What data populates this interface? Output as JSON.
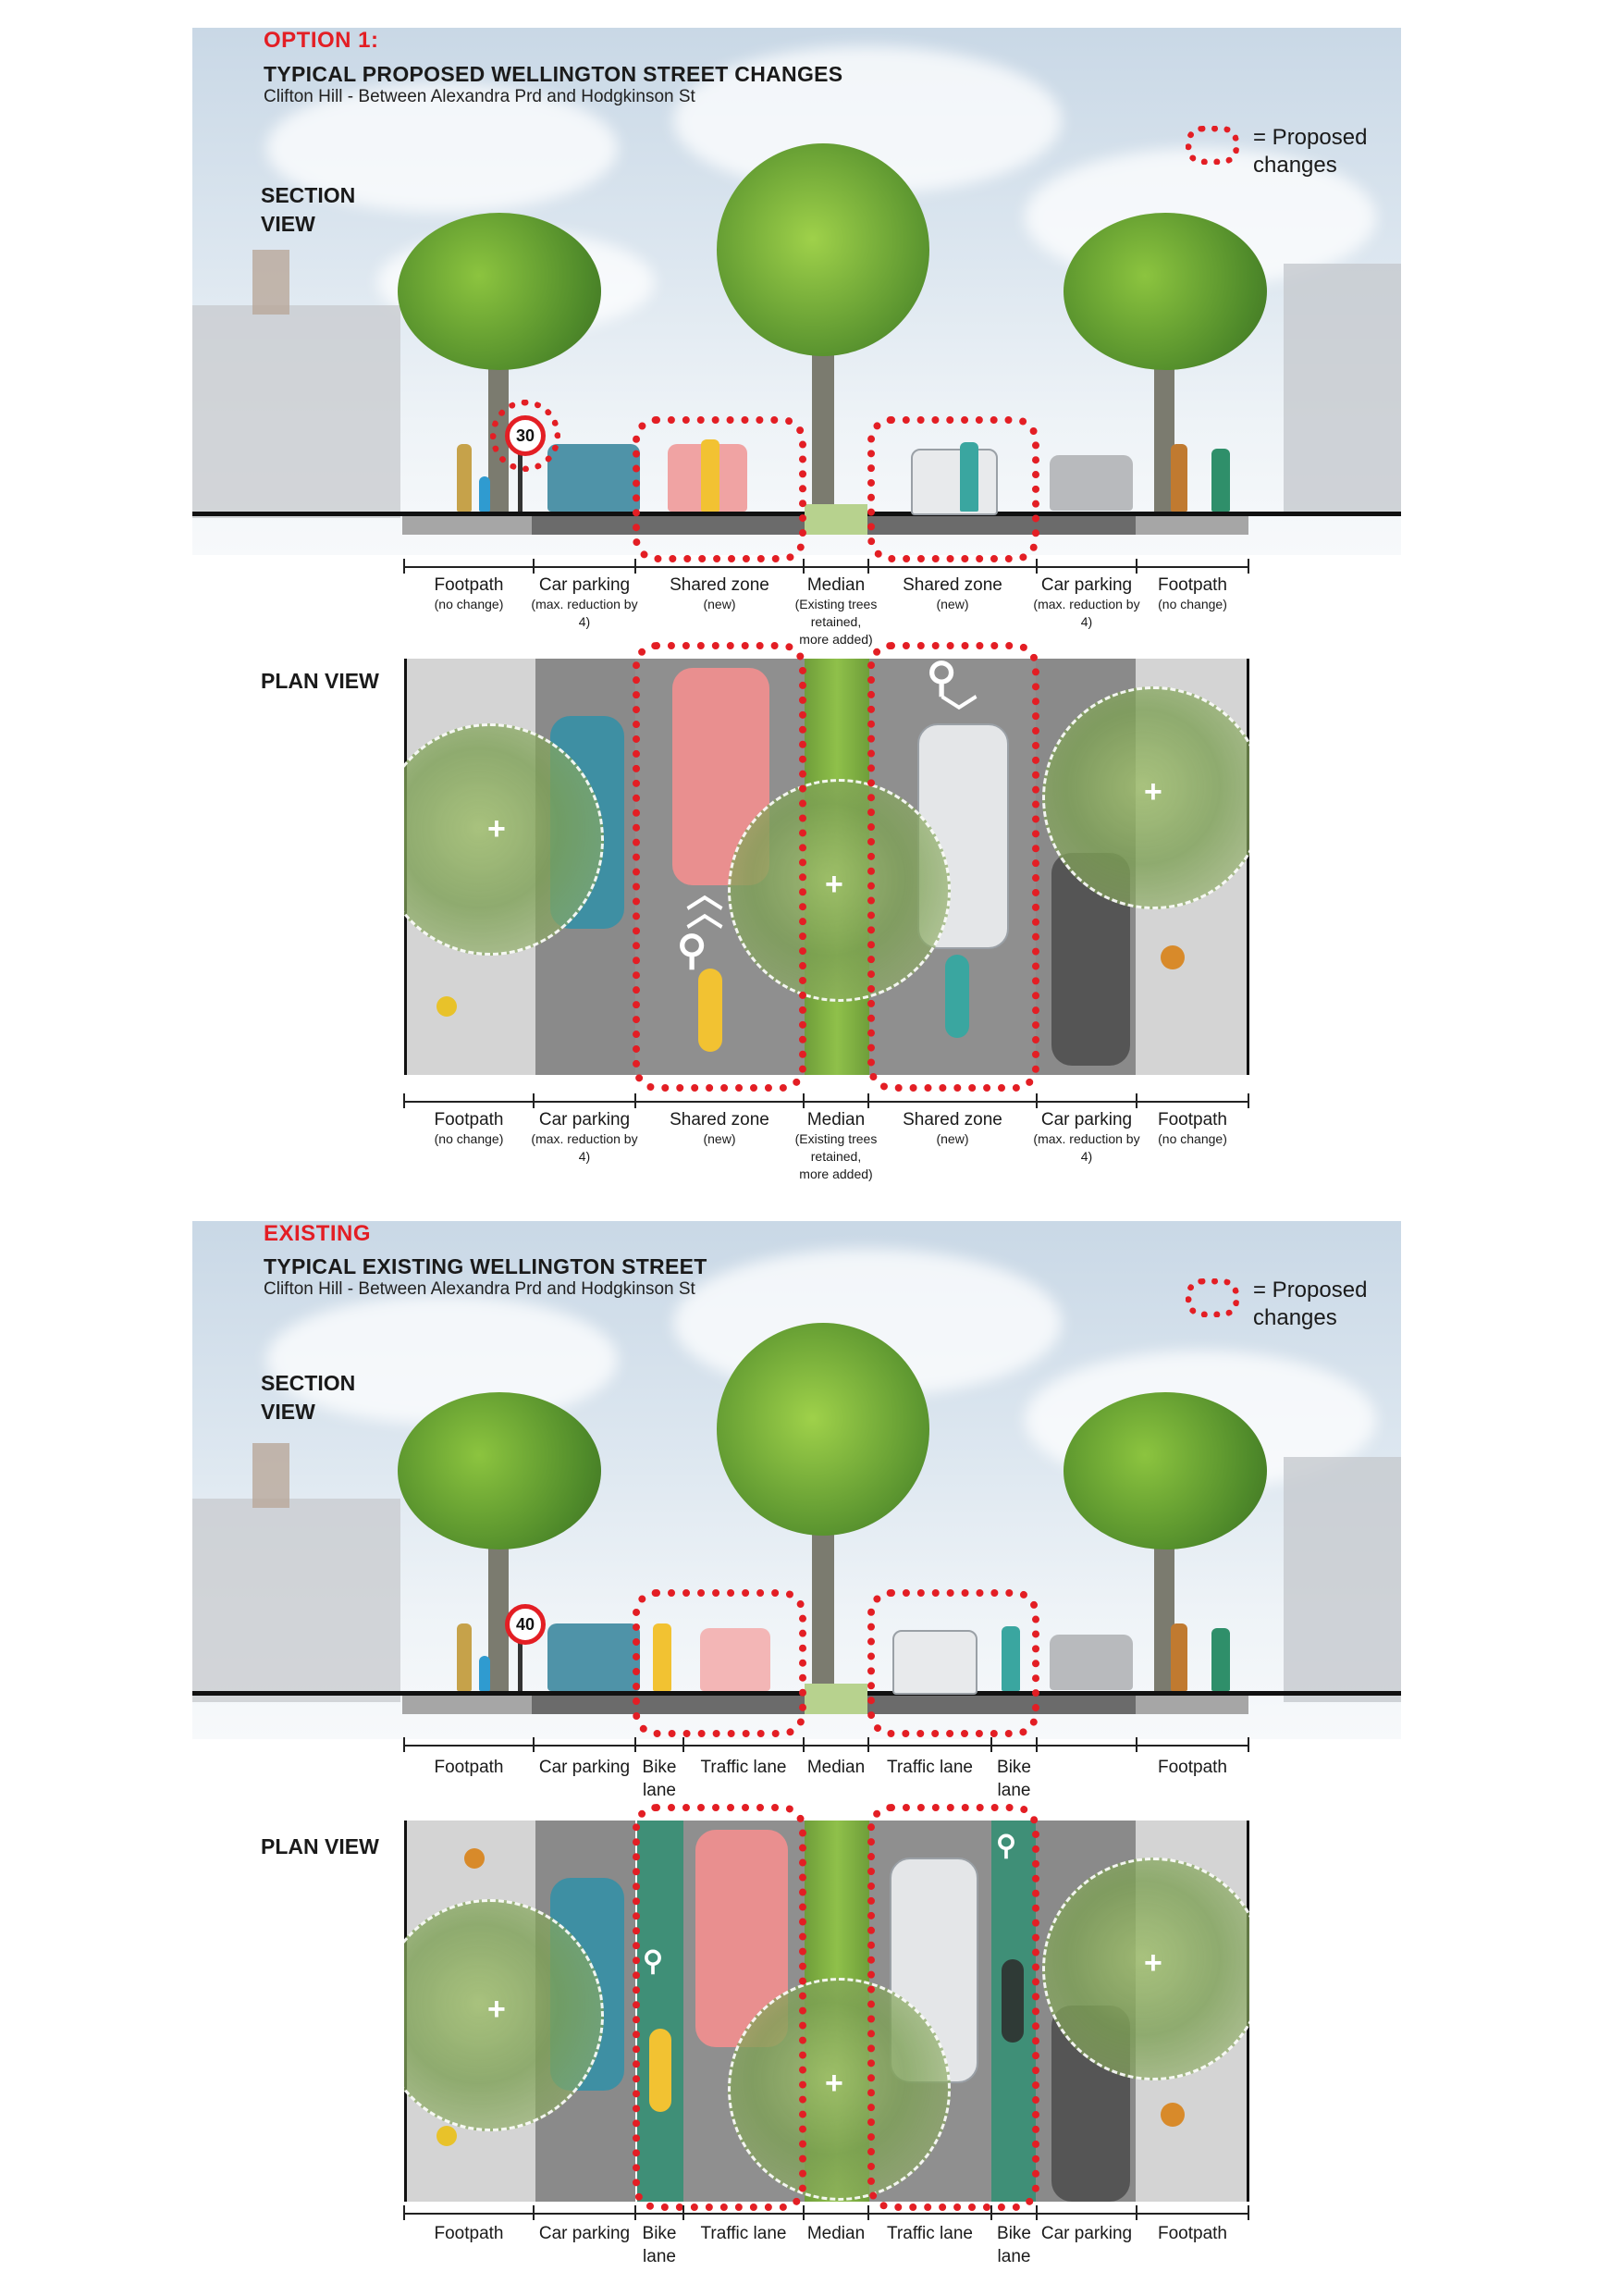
{
  "option1": {
    "tag": "OPTION 1:",
    "title": "TYPICAL PROPOSED WELLINGTON STREET CHANGES",
    "subtitle": "Clifton Hill - Between Alexandra Prd and Hodgkinson St",
    "legend": {
      "line1": "= Proposed",
      "line2": "changes"
    },
    "section_label": {
      "line1": "SECTION",
      "line2": "VIEW"
    },
    "plan_label": "PLAN VIEW",
    "speed_sign": "30",
    "section_labels": [
      {
        "main": "Footpath",
        "sub": "(no change)"
      },
      {
        "main": "Car parking",
        "sub": "(max. reduction by 4)"
      },
      {
        "main": "Shared zone",
        "sub": "(new)"
      },
      {
        "main": "Median",
        "sub": "(Existing trees retained, more added)"
      },
      {
        "main": "Shared zone",
        "sub": "(new)"
      },
      {
        "main": "Car parking",
        "sub": "(max. reduction by 4)"
      },
      {
        "main": "Footpath",
        "sub": "(no change)"
      }
    ]
  },
  "existing": {
    "tag": "EXISTING",
    "title": "TYPICAL EXISTING WELLINGTON STREET",
    "subtitle": "Clifton Hill - Between Alexandra Prd and Hodgkinson St",
    "legend": {
      "line1": "= Proposed",
      "line2": "changes"
    },
    "section_label": {
      "line1": "SECTION",
      "line2": "VIEW"
    },
    "plan_label": "PLAN VIEW",
    "speed_sign": "40",
    "section_labels_top": [
      "Footpath",
      "Car parking",
      "Bike lane",
      "Traffic lane",
      "Median",
      "Traffic lane",
      "Bike lane",
      "",
      "Footpath"
    ],
    "section_labels_bottom": [
      "Footpath",
      "Car parking",
      "Bike lane",
      "Traffic lane",
      "Median",
      "Traffic lane",
      "Bike lane",
      "Car parking",
      "Footpath"
    ]
  },
  "colors": {
    "red": "#e31e24",
    "footpath": "#d4d4d4",
    "road": "#8c8c8c",
    "median": "#9bbf6a",
    "bike_lane": "#3f8f77",
    "tree_green": "#6f9e3a"
  }
}
